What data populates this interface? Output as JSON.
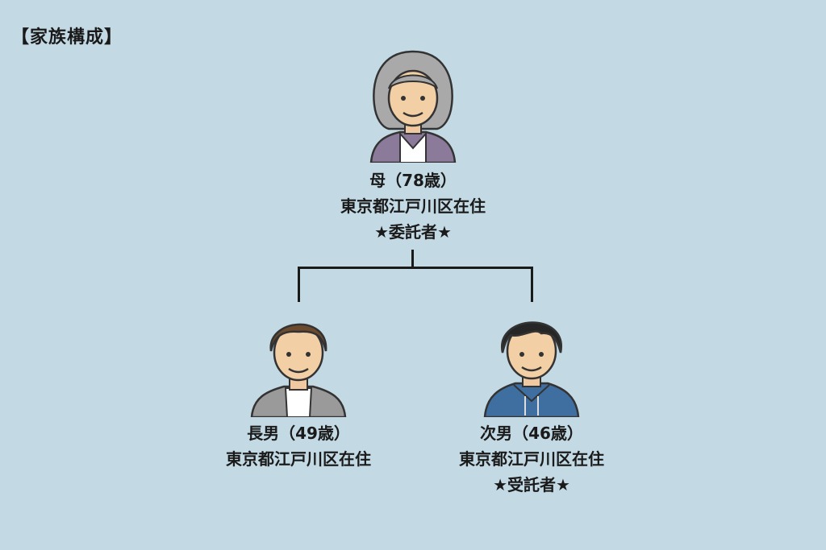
{
  "title": "【家族構成】",
  "mother": {
    "name": "母（78歳）",
    "residence": "東京都江戸川区在住",
    "role": "★委託者★"
  },
  "eldest_son": {
    "name": "長男（49歳）",
    "residence": "東京都江戸川区在住"
  },
  "second_son": {
    "name": "次男（46歳）",
    "residence": "東京都江戸川区在住",
    "role": "★受託者★"
  },
  "colors": {
    "background": "#c3d9e4",
    "line": "#1a1a1a"
  }
}
